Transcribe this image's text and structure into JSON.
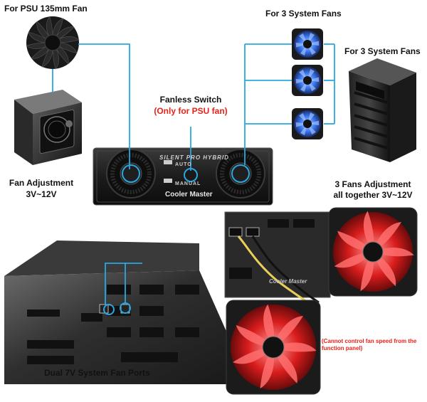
{
  "labels": {
    "psu_fan": "For PSU 135mm Fan",
    "system_fans_top": "For 3 System Fans",
    "system_fans_right": "For 3 System Fans",
    "fanless_switch": "Fanless Switch",
    "fanless_note": "(Only for PSU fan)",
    "fan_adjustment_title": "Fan Adjustment",
    "fan_adjustment_range": "3V~12V",
    "three_fans_title": "3 Fans Adjustment",
    "three_fans_range": "all together 3V~12V",
    "dual_ports": "Dual 7V System Fan Ports",
    "cannot_control": "(Cannot control fan speed from the function panel)"
  },
  "panel": {
    "product_name": "SILENT PRO HYBRID",
    "auto_label": "AUTO",
    "manual_label": "MANUAL",
    "brand": "Cooler Master"
  },
  "psu_brand": "Cooler Master",
  "colors": {
    "connector_line": "#2aa7e0",
    "note_red": "#e8221b",
    "fan_blue": "#2f6ff0",
    "fan_red": "#d81c1c"
  }
}
